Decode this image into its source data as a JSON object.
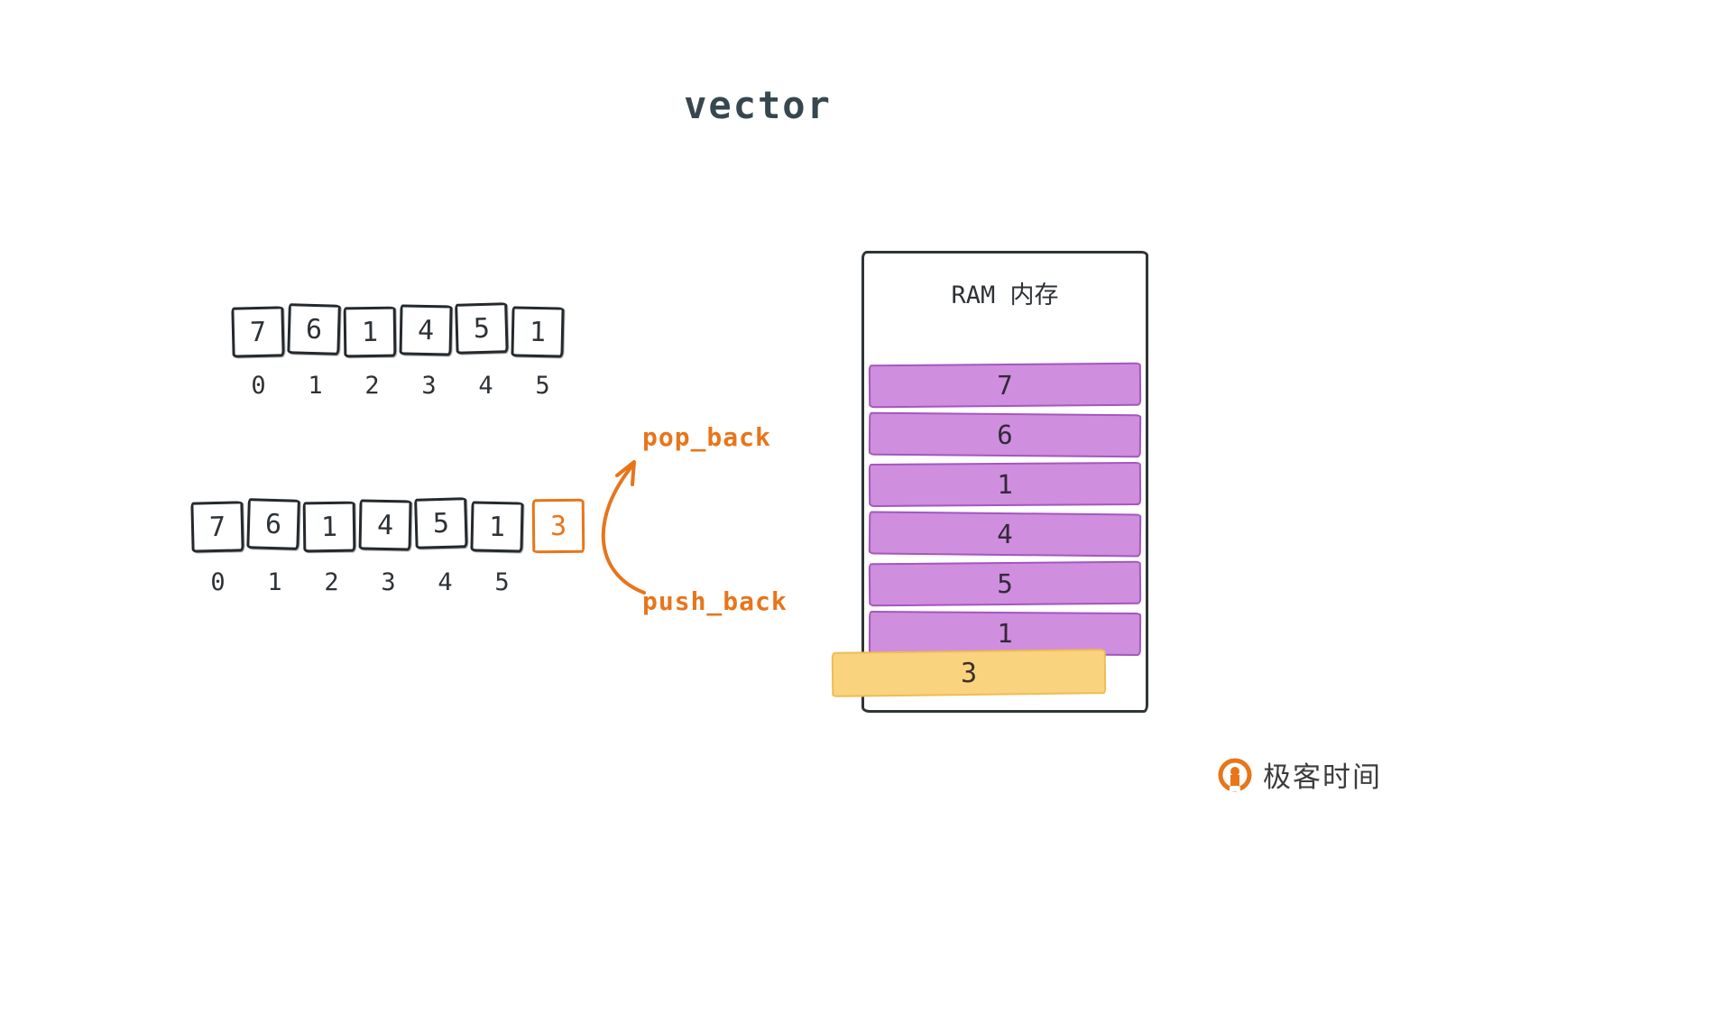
{
  "title": "vector",
  "array_top": {
    "values": [
      "7",
      "6",
      "1",
      "4",
      "5",
      "1"
    ],
    "indices": [
      "0",
      "1",
      "2",
      "3",
      "4",
      "5"
    ]
  },
  "array_bottom": {
    "values": [
      "7",
      "6",
      "1",
      "4",
      "5",
      "1"
    ],
    "indices": [
      "0",
      "1",
      "2",
      "3",
      "4",
      "5"
    ],
    "pushed_value": "3"
  },
  "labels": {
    "pop_back": "pop_back",
    "push_back": "push_back"
  },
  "ram": {
    "title": "RAM 内存",
    "cells": [
      "7",
      "6",
      "1",
      "4",
      "5",
      "1"
    ],
    "new_cell": "3"
  },
  "logo": {
    "text": "极客时间"
  },
  "colors": {
    "accent_orange": "#e8751a",
    "purple_fill": "#cf8ede",
    "purple_border": "#a457bd",
    "yellow_fill": "#f9d37e",
    "yellow_border": "#eebd52",
    "ink": "#2d3236"
  }
}
